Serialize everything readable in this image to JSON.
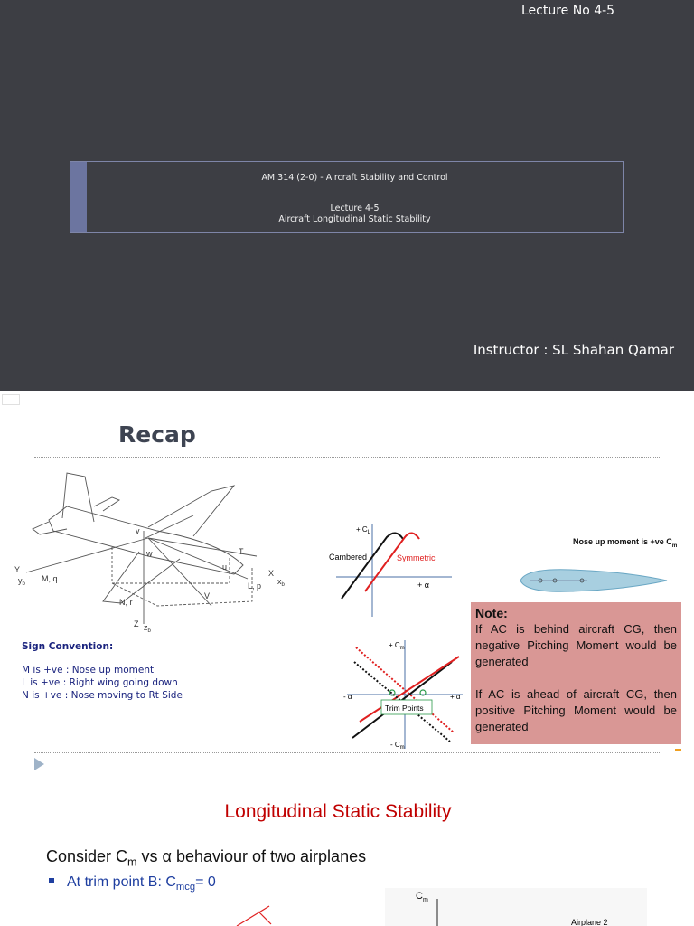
{
  "slide1": {
    "lecture_no": "Lecture No 4-5",
    "course": "AM 314 (2-0) - Aircraft Stability and Control",
    "lecture": "Lecture 4-5",
    "topic": "Aircraft Longitudinal Static Stability",
    "instructor": "Instructor : SL Shahan Qamar",
    "colors": {
      "background": "#3d3e44",
      "accent": "#6c75a0"
    }
  },
  "slide2": {
    "title": "Recap",
    "sign_convention": {
      "heading": "Sign Convention:",
      "lines": [
        "M is +ve : Nose up moment",
        "L is +ve   : Right wing going down",
        "N is +ve  : Nose moving to Rt Side"
      ]
    },
    "aircraft_labels": {
      "y": "Y",
      "yb": "y",
      "yb_sub": "b",
      "m": "M, q",
      "w": "w",
      "t": "T",
      "u": "u",
      "x": "X",
      "xb": "x",
      "xb_sub": "b",
      "l": "L, p",
      "n": "N, r",
      "v": "V",
      "z": "Z",
      "zb": "z",
      "zb_sub": "b",
      "vtop": "v"
    },
    "cl_plot": {
      "y_label": "+ C",
      "y_sub": "L",
      "x_label": "+ α",
      "cambered": "Cambered",
      "symmetric": "Symmetric"
    },
    "airfoil": {
      "caption": "Nose up moment is +ve C",
      "caption_sub": "m"
    },
    "cm_plot": {
      "y_top": "+ C",
      "y_top_sub": "m",
      "y_bottom": "- C",
      "y_bottom_sub": "m",
      "x_left": "- α",
      "x_right": "+ α",
      "trim": "Trim Points"
    },
    "note": {
      "heading": "Note:",
      "p1": "If AC is behind aircraft CG, then negative Pitching Moment would be generated",
      "p2": "If AC is ahead of aircraft CG, then positive Pitching Moment would be generated",
      "color": "#d99795"
    }
  },
  "slide3": {
    "title": "Longitudinal Static Stability",
    "consider_a": "Consider C",
    "consider_sub": "m",
    "consider_b": " vs α behaviour of two airplanes",
    "bullet_a": "At trim point B: C",
    "bullet_sub": "mcg",
    "bullet_b": "= 0",
    "plot_y": "C",
    "plot_y_sub": "m",
    "airplane2": "Airplane 2"
  }
}
